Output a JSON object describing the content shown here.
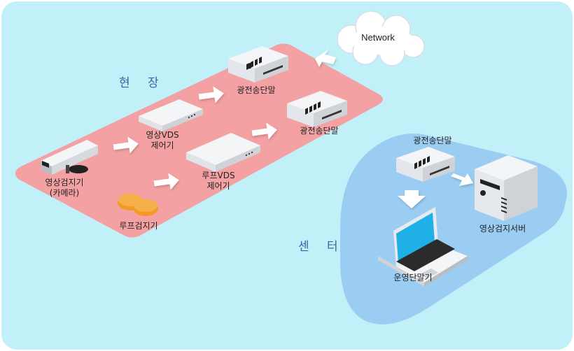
{
  "zones": {
    "field": "현 장",
    "center": "센 터"
  },
  "network": "Network",
  "field_devices": {
    "camera": {
      "line1": "영상검지기",
      "line2": "(카메라)"
    },
    "loop_detector": "루프검지기",
    "video_vds": {
      "line1": "영상VDS",
      "line2": "제어기"
    },
    "loop_vds": {
      "line1": "루프VDS",
      "line2": "제어기"
    },
    "optical_1": "광전송단말",
    "optical_2": "광전송단말"
  },
  "center_devices": {
    "optical": "광전송단말",
    "server": "영상검지서버",
    "terminal": "운영단말기"
  },
  "colors": {
    "background": "#c2f0f9",
    "field_zone": "#f3a1a3",
    "center_zone": "#9bcdf2",
    "arrow": "#ffffff",
    "laptop_screen": "#1fb0e8",
    "loop_coil": "#f39a23"
  }
}
